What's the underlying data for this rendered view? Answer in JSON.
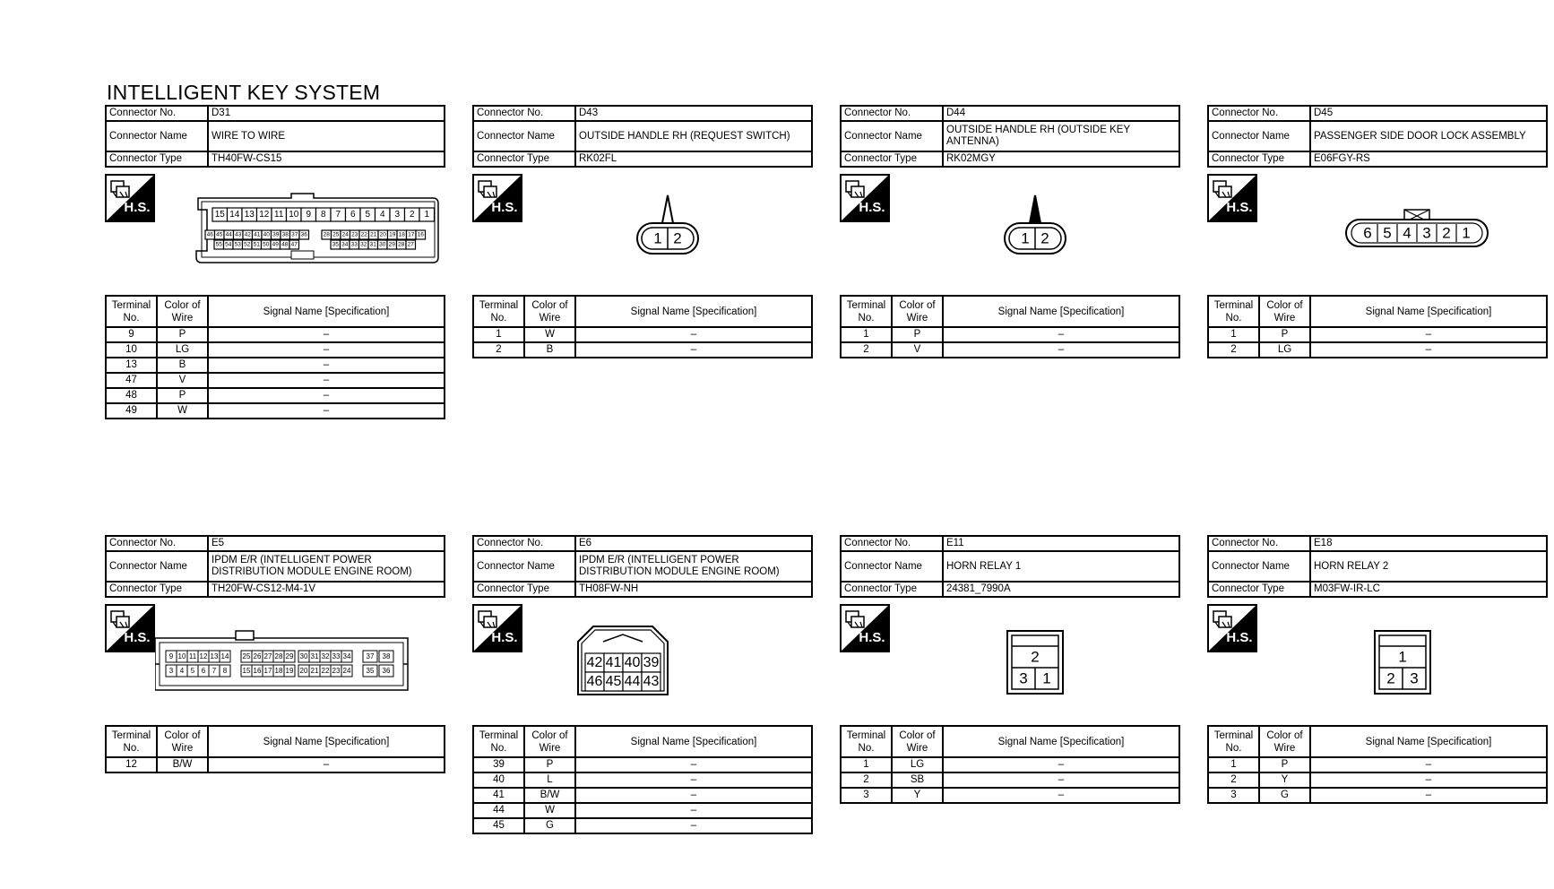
{
  "title": "INTELLIGENT KEY SYSTEM",
  "labels": {
    "connector_no": "Connector No.",
    "connector_name": "Connector Name",
    "connector_type": "Connector Type",
    "hs": "H.S.",
    "col_terminal": "Terminal No.",
    "col_color": "Color of Wire",
    "col_signal": "Signal Name [Specification]"
  },
  "connectors": [
    {
      "no": "D31",
      "name": "WIRE TO WIRE",
      "type": "TH40FW-CS15",
      "diagram": {
        "kind": "d31",
        "row1": [
          "15",
          "14",
          "13",
          "12",
          "11",
          "10",
          "9",
          "8",
          "7",
          "6",
          "5",
          "4",
          "3",
          "2",
          "1"
        ],
        "row2a": [
          "46",
          "45",
          "44",
          "43",
          "42",
          "41",
          "40",
          "39",
          "38",
          "37",
          "36"
        ],
        "row2b": [
          "28",
          "25",
          "24",
          "23",
          "22",
          "21",
          "20",
          "19",
          "18",
          "17",
          "16"
        ],
        "row3a": [
          "55",
          "54",
          "53",
          "52",
          "51",
          "50",
          "49",
          "48",
          "47"
        ],
        "row3b": [
          "35",
          "34",
          "33",
          "32",
          "31",
          "30",
          "29",
          "28",
          "27"
        ]
      },
      "rows": [
        [
          "9",
          "P",
          "–"
        ],
        [
          "10",
          "LG",
          "–"
        ],
        [
          "13",
          "B",
          "–"
        ],
        [
          "47",
          "V",
          "–"
        ],
        [
          "48",
          "P",
          "–"
        ],
        [
          "49",
          "W",
          "–"
        ]
      ]
    },
    {
      "no": "D43",
      "name": "OUTSIDE HANDLE RH (REQUEST SWITCH)",
      "type": "RK02FL",
      "diagram": {
        "kind": "pin2",
        "pins": [
          "1",
          "2"
        ],
        "filled": false
      },
      "rows": [
        [
          "1",
          "W",
          "–"
        ],
        [
          "2",
          "B",
          "–"
        ]
      ]
    },
    {
      "no": "D44",
      "name": "OUTSIDE HANDLE RH (OUTSIDE KEY ANTENNA)",
      "type": "RK02MGY",
      "diagram": {
        "kind": "pin2",
        "pins": [
          "1",
          "2"
        ],
        "filled": true
      },
      "rows": [
        [
          "1",
          "P",
          "–"
        ],
        [
          "2",
          "V",
          "–"
        ]
      ]
    },
    {
      "no": "D45",
      "name": "PASSENGER SIDE DOOR LOCK ASSEMBLY",
      "type": "E06FGY-RS",
      "diagram": {
        "kind": "row6",
        "pins": [
          "6",
          "5",
          "4",
          "3",
          "2",
          "1"
        ]
      },
      "rows": [
        [
          "1",
          "P",
          "–"
        ],
        [
          "2",
          "LG",
          "–"
        ]
      ]
    },
    {
      "no": "E5",
      "name": "IPDM E/R (INTELLIGENT POWER DISTRIBUTION MODULE ENGINE ROOM)",
      "type": "TH20FW-CS12-M4-1V",
      "diagram": {
        "kind": "e5",
        "top": [
          "9",
          "10",
          "11",
          "12",
          "13",
          "14",
          "25",
          "26",
          "27",
          "28",
          "29",
          "30",
          "31",
          "32",
          "33",
          "34",
          "37",
          "38"
        ],
        "bot": [
          "3",
          "4",
          "5",
          "6",
          "7",
          "8",
          "15",
          "16",
          "17",
          "18",
          "19",
          "20",
          "21",
          "22",
          "23",
          "24",
          "35",
          "36"
        ]
      },
      "rows": [
        [
          "12",
          "B/W",
          "–"
        ]
      ]
    },
    {
      "no": "E6",
      "name": "IPDM E/R (INTELLIGENT POWER DISTRIBUTION MODULE ENGINE ROOM)",
      "type": "TH08FW-NH",
      "diagram": {
        "kind": "e6",
        "top": [
          "42",
          "41",
          "40",
          "39"
        ],
        "bot": [
          "46",
          "45",
          "44",
          "43"
        ]
      },
      "rows": [
        [
          "39",
          "P",
          "–"
        ],
        [
          "40",
          "L",
          "–"
        ],
        [
          "41",
          "B/W",
          "–"
        ],
        [
          "44",
          "W",
          "–"
        ],
        [
          "45",
          "G",
          "–"
        ]
      ]
    },
    {
      "no": "E11",
      "name": "HORN RELAY 1",
      "type": "24381_7990A",
      "diagram": {
        "kind": "e11",
        "top": "2",
        "bot": [
          "3",
          "1"
        ]
      },
      "rows": [
        [
          "1",
          "LG",
          "–"
        ],
        [
          "2",
          "SB",
          "–"
        ],
        [
          "3",
          "Y",
          "–"
        ]
      ]
    },
    {
      "no": "E18",
      "name": "HORN RELAY 2",
      "type": "M03FW-IR-LC",
      "diagram": {
        "kind": "e11",
        "top": "1",
        "bot": [
          "2",
          "3"
        ]
      },
      "rows": [
        [
          "1",
          "P",
          "–"
        ],
        [
          "2",
          "Y",
          "–"
        ],
        [
          "3",
          "G",
          "–"
        ]
      ]
    }
  ]
}
